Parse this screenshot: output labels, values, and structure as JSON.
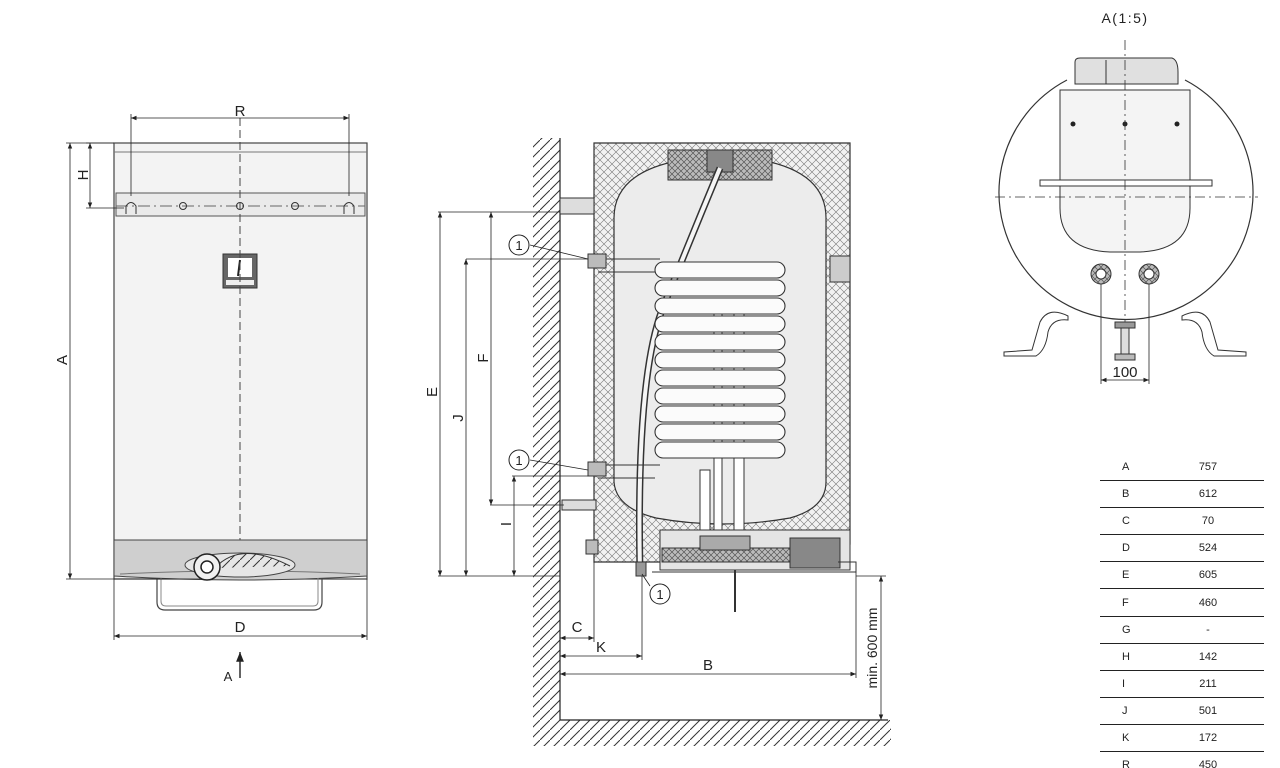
{
  "labels": {
    "R": "R",
    "H": "H",
    "A": "A",
    "D": "D",
    "view_arrow": "A",
    "E": "E",
    "J": "J",
    "F": "F",
    "I": "I",
    "C": "C",
    "K": "K",
    "B": "B",
    "min_clearance": "min. 600 mm",
    "callout": "1",
    "scale_view": "A(1:5)",
    "leg_spacing": "100"
  },
  "dimensions": {
    "rows": [
      {
        "key": "A",
        "value": "757"
      },
      {
        "key": "B",
        "value": "612"
      },
      {
        "key": "C",
        "value": "70"
      },
      {
        "key": "D",
        "value": "524"
      },
      {
        "key": "E",
        "value": "605"
      },
      {
        "key": "F",
        "value": "460"
      },
      {
        "key": "G",
        "value": "-"
      },
      {
        "key": "H",
        "value": "142"
      },
      {
        "key": "I",
        "value": "211"
      },
      {
        "key": "J",
        "value": "501"
      },
      {
        "key": "K",
        "value": "172"
      },
      {
        "key": "R",
        "value": "450"
      }
    ]
  }
}
